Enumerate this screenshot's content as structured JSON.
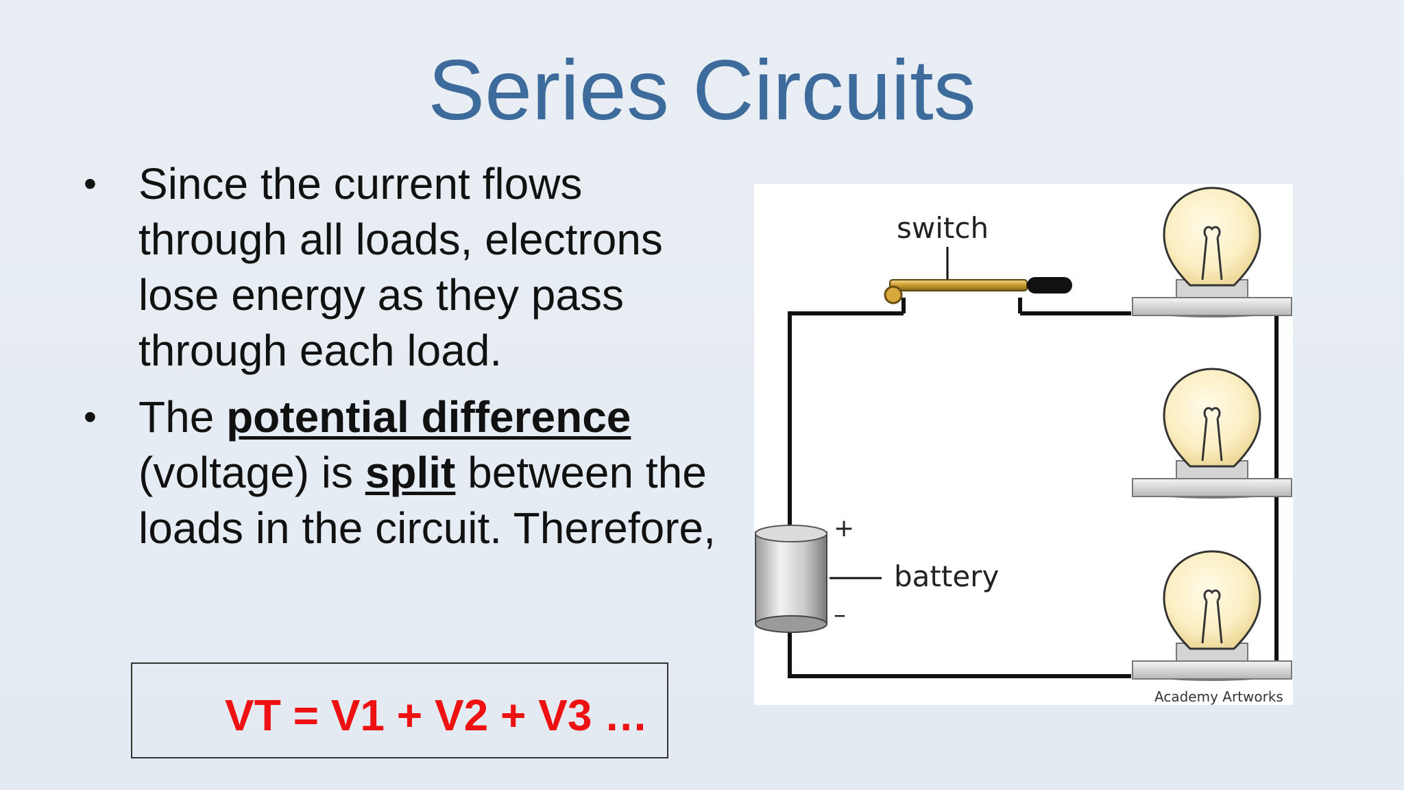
{
  "slide": {
    "title": "Series Circuits",
    "bullets": [
      {
        "text": "Since the current flows through all loads, electrons lose energy as they pass through each load."
      },
      {
        "part1": "The ",
        "emphasis1": "potential difference",
        "part2": " (voltage) is ",
        "emphasis2": "split",
        "part3": " between the loads in the circuit. Therefore,"
      }
    ],
    "bullet_symbol": "•",
    "equation": "VT = V1 + V2 + V3 …"
  },
  "diagram": {
    "labels": {
      "switch": "switch",
      "battery": "battery",
      "plus": "+",
      "minus": "–"
    },
    "credit": "Academy Artworks",
    "bulb_count": 3
  },
  "colors": {
    "title": "#3d6b9c",
    "equation": "#ee1111",
    "background": "#e8eef4"
  }
}
